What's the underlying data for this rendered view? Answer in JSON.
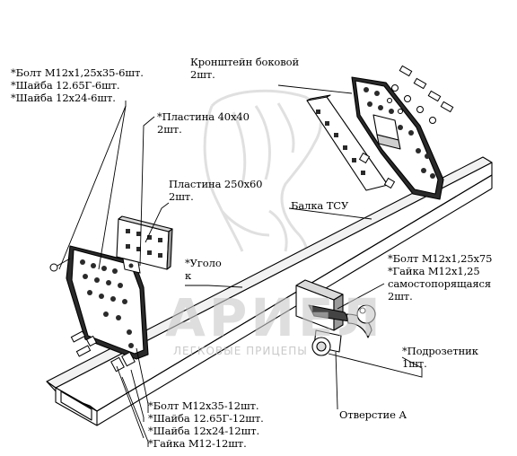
{
  "watermark": {
    "title": "АРИЕЛ",
    "subtitle": "ЛЕГКОВЫЕ ПРИЦЕПЫ"
  },
  "labels": {
    "bolts_top_left": [
      "*Болт М12х1,25х35-6шт.",
      "*Шайба 12.65Г-6шт.",
      "*Шайба 12х24-6шт."
    ],
    "bracket_side": [
      "Кронштейн боковой",
      "2шт."
    ],
    "plate_40": [
      "*Пластина 40х40",
      "2шт."
    ],
    "plate_250": [
      "Пластина 250х60",
      "2шт."
    ],
    "beam": "Балка ТСУ",
    "corner": [
      "*Уголо",
      "к"
    ],
    "bolt_75": [
      "*Болт М12х1,25х75",
      "*Гайка М12х1,25",
      "самостопорящаяся",
      "2шт."
    ],
    "socket_plate": [
      "*Подрозетник",
      "1шт."
    ],
    "hole_a": "Отверстие А",
    "bolts_bottom": [
      "*Болт М12х35-12шт.",
      "*Шайба 12.65Г-12шт.",
      "*Шайба 12х24-12шт.",
      "*Гайка М12-12шт."
    ]
  },
  "colors": {
    "line": "#000000",
    "part_dark": "#2a2a2a",
    "part_fill": "#ffffff",
    "watermark": "#cccccc"
  }
}
